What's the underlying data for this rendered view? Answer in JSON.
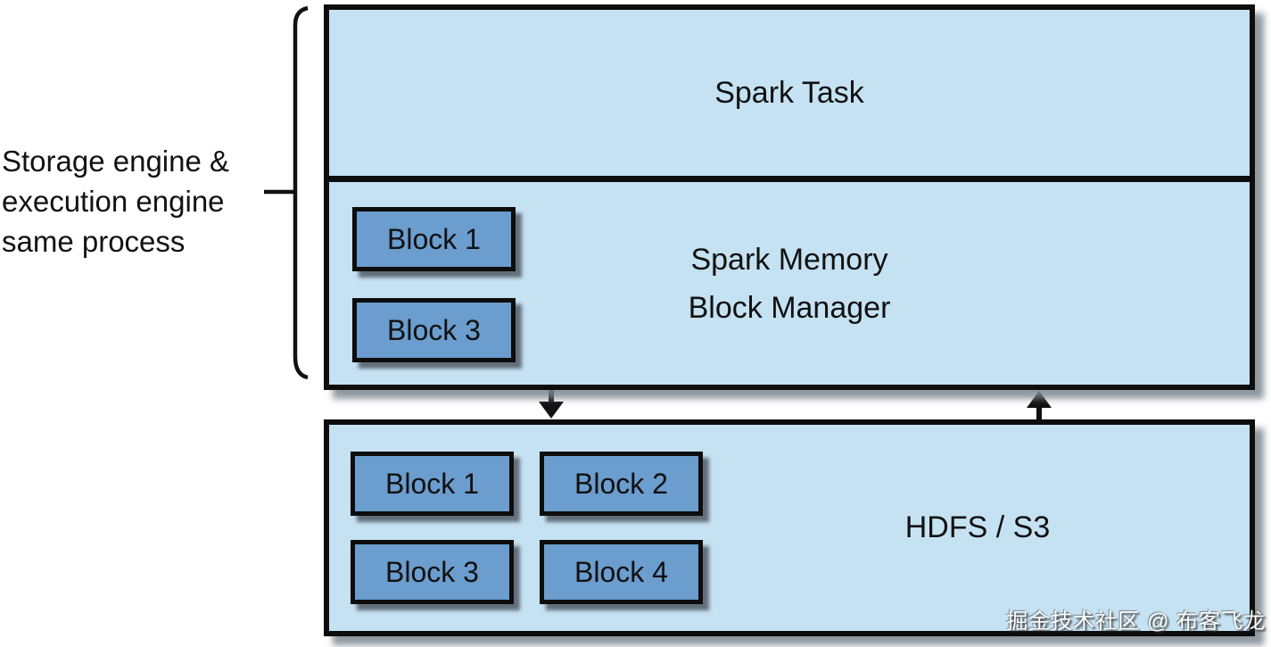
{
  "colors": {
    "panel_fill": "#c5e2f3",
    "block_fill": "#6b9dce",
    "border": "#0d0d0d",
    "watermark_text": "#ffffff"
  },
  "annotation": {
    "line1": "Storage engine &",
    "line2": "execution engine",
    "line3": "same process"
  },
  "executor": {
    "task_label": "Spark Task",
    "memory_label_line1": "Spark Memory",
    "memory_label_line2": "Block Manager",
    "blocks": [
      "Block 1",
      "Block 3"
    ]
  },
  "storage": {
    "title": "HDFS / S3",
    "blocks": [
      "Block 1",
      "Block 2",
      "Block 3",
      "Block 4"
    ]
  },
  "watermark": "掘金技术社区 @ 布客飞龙",
  "shapes": {
    "bracket": "left-square-bracket",
    "arrow_down": "down-arrow",
    "arrow_up": "up-arrow"
  }
}
